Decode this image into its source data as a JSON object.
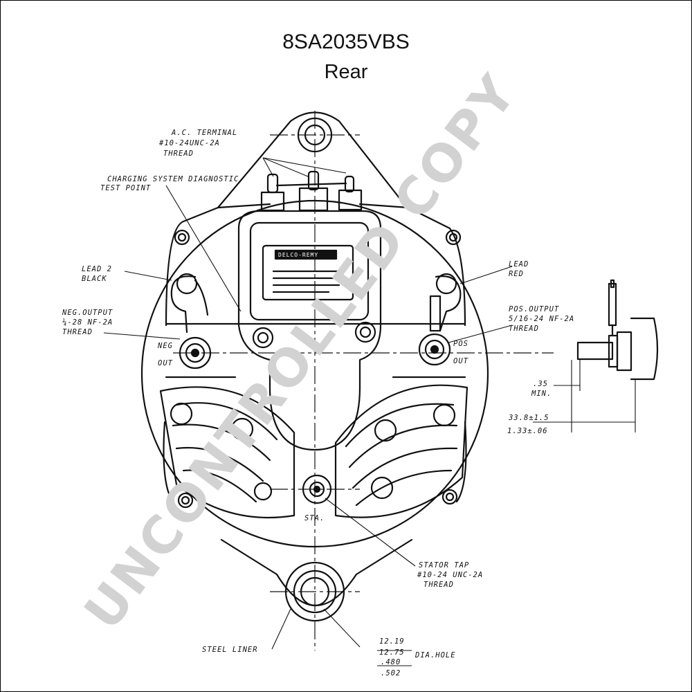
{
  "header": {
    "part_number": "8SA2035VBS",
    "view": "Rear"
  },
  "labels": {
    "ac_terminal": "A.C. TERMINAL",
    "ac_thread_1": "#10-24UNC-2A",
    "ac_thread_2": "THREAD",
    "diag_1": "CHARGING SYSTEM DIAGNOSTIC",
    "diag_2": "TEST POINT",
    "lead2_1": "LEAD 2",
    "lead2_2": "BLACK",
    "lead_red_1": "LEAD",
    "lead_red_2": "RED",
    "neg_out_1": "NEG.OUTPUT",
    "neg_out_2": "¼-28 NF-2A",
    "neg_out_3": "THREAD",
    "pos_out_1": "POS.OUTPUT",
    "pos_out_2": "5/16-24 NF-2A",
    "pos_out_3": "THREAD",
    "neg": "NEG",
    "out_left": "OUT",
    "pos": "POS",
    "out_right": "OUT",
    "sta": "STA.",
    "stator_1": "STATOR TAP",
    "stator_2": "#10-24 UNC-2A",
    "stator_3": "THREAD",
    "steel_liner": "STEEL LINER",
    "min_1": ".35",
    "min_2": "MIN.",
    "dim_1": "33.8±1.5",
    "dim_2": "1.33±.06",
    "hole_1": "12.19",
    "hole_2": "12.75",
    "hole_3": ".480",
    "hole_4": ".502",
    "dia_hole": "DIA.HOLE",
    "brand": "DELCO-REMY"
  },
  "watermark": "UNCONTROLLED COPY"
}
